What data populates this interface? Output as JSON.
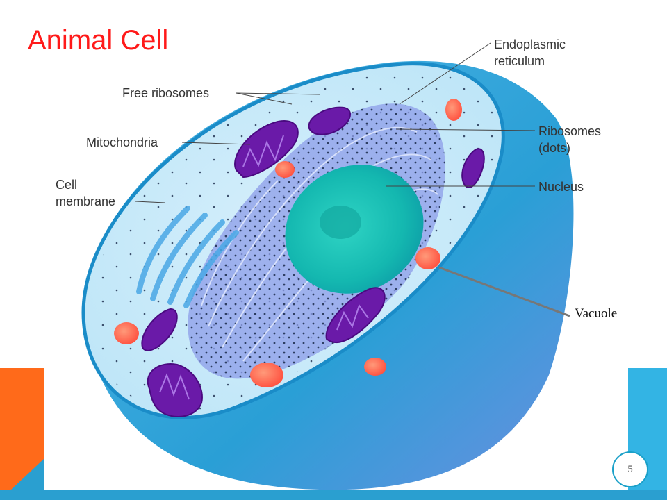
{
  "slide": {
    "title": "Animal Cell",
    "page_number": "5"
  },
  "labels": {
    "endoplasmic_reticulum": [
      "Endoplasmic",
      "reticulum"
    ],
    "free_ribosomes": "Free ribosomes",
    "mitochondria": "Mitochondria",
    "cell_membrane": [
      "Cell",
      "membrane"
    ],
    "ribosomes_dots": [
      "Ribosomes",
      "(dots)"
    ],
    "nucleus": "Nucleus",
    "vacuole": "Vacuole"
  },
  "colors": {
    "title_red": "#ff1a1a",
    "accent_orange": "#ff6a1a",
    "accent_blue": "#29b0e0",
    "cell_blue": "#2aa8d8",
    "nucleus_teal": "#1fc8b8",
    "mitochondria_purple": "#6a1aa8",
    "vacuole_red": "#ff5a4a"
  }
}
